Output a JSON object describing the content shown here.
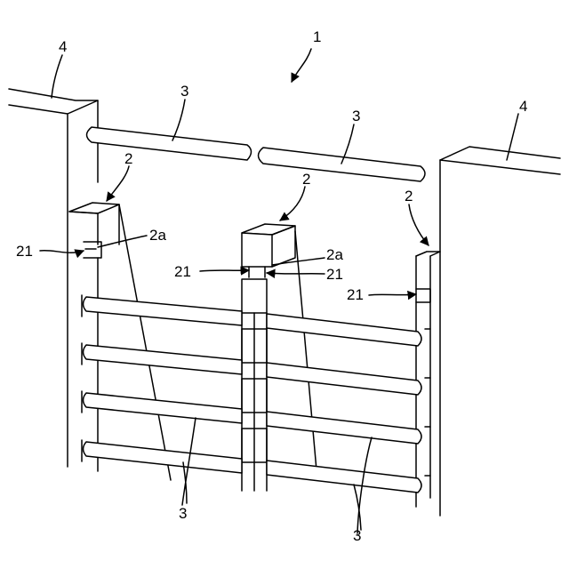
{
  "figure": {
    "labels": {
      "assembly": "1",
      "post": "2",
      "post_upper_part": "2a",
      "bracket": "21",
      "board": "3",
      "wall": "4"
    }
  }
}
